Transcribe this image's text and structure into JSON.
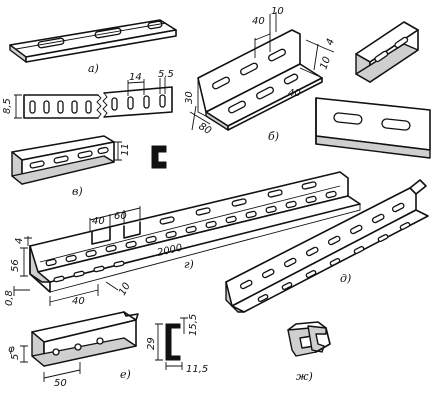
{
  "labels": {
    "a": "а)",
    "b": "б)",
    "v": "в)",
    "g": "г)",
    "d": "д)",
    "e": "е)",
    "zh": "ж)"
  },
  "dimensions": {
    "b_40": "40",
    "b_10": "10",
    "b_30": "30",
    "b_80": "80",
    "b_40s": "40",
    "b_10s": "10",
    "b_4": "4",
    "strip_14": "14",
    "strip_5_5": "5,5",
    "strip_8_5": "8,5",
    "v_11": "11",
    "g_40": "40",
    "g_60": "60",
    "g_2000": "2000",
    "g_4": "4",
    "g_56": "56",
    "g_0_8": "0,8",
    "g_40b": "40",
    "g_10": "10",
    "e_29": "29",
    "e_15_5": "15,5",
    "e_11_5": "11,5",
    "e_5": "5",
    "e_50": "50",
    "e_phi": "φ"
  }
}
